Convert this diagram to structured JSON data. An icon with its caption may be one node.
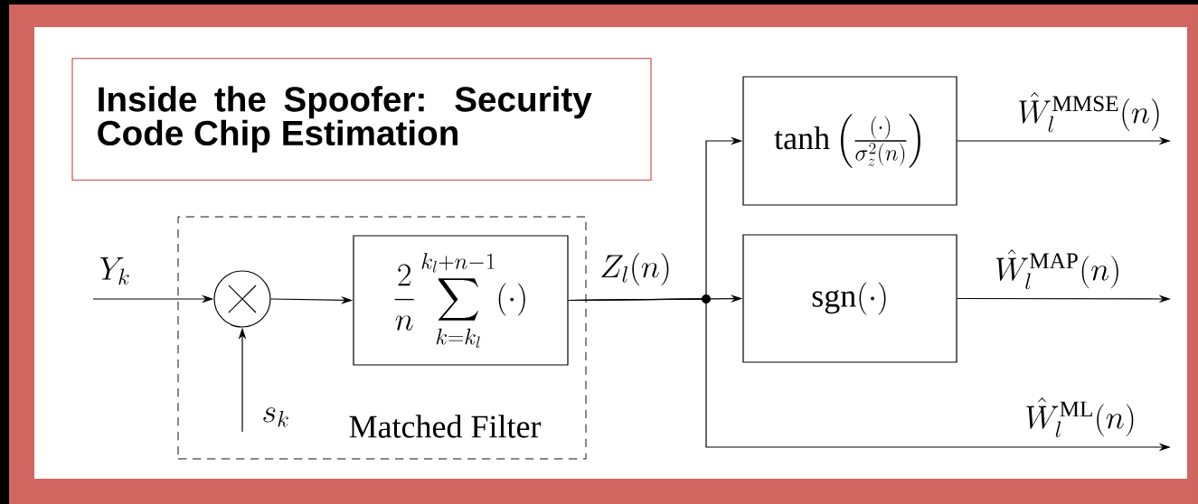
{
  "diagram": {
    "title": "Inside the Spoofer: Security Code Chip Estimation",
    "nodes": [
      {
        "text": [
          "Matched Filter"
        ]
      },
      {
        "text": [],
        "shape": "circle",
        "in": 0
      },
      {
        "text": [
          "\\frac{2}{n}\\sum_{k=k_l}^{k_l+n-1}(\\cdot)"
        ],
        "in": 0
      },
      {
        "text": [
          "\\tanh\\left(\\tfrac{(\\cdot)}{\\sigma_z^2(n)}\\right)"
        ]
      },
      {
        "text": [
          "\\mathrm{sgn}(\\cdot)"
        ]
      }
    ],
    "edges": [
      {
        "from": null,
        "to": 1,
        "arrow": "to",
        "label": "Y_k"
      },
      {
        "from": null,
        "to": 1,
        "arrow": "to",
        "label": "s_k"
      },
      {
        "from": 1,
        "to": 2,
        "arrow": "to"
      },
      {
        "from": 2,
        "to": 3,
        "arrow": "to"
      },
      {
        "from": 2,
        "to": 4,
        "arrow": "to",
        "label": "Z_l(n)"
      },
      {
        "from": 2,
        "to": null,
        "arrow": "to",
        "label": "\\hat{W}_l^{\\mathrm{ML}}(n)"
      },
      {
        "from": 3,
        "to": null,
        "arrow": "to",
        "label": "\\hat{W}_l^{\\mathrm{MMSE}}(n)"
      },
      {
        "from": 4,
        "to": null,
        "arrow": "to",
        "label": "\\hat{W}_l^{\\mathrm{MAP}}(n)"
      }
    ]
  }
}
